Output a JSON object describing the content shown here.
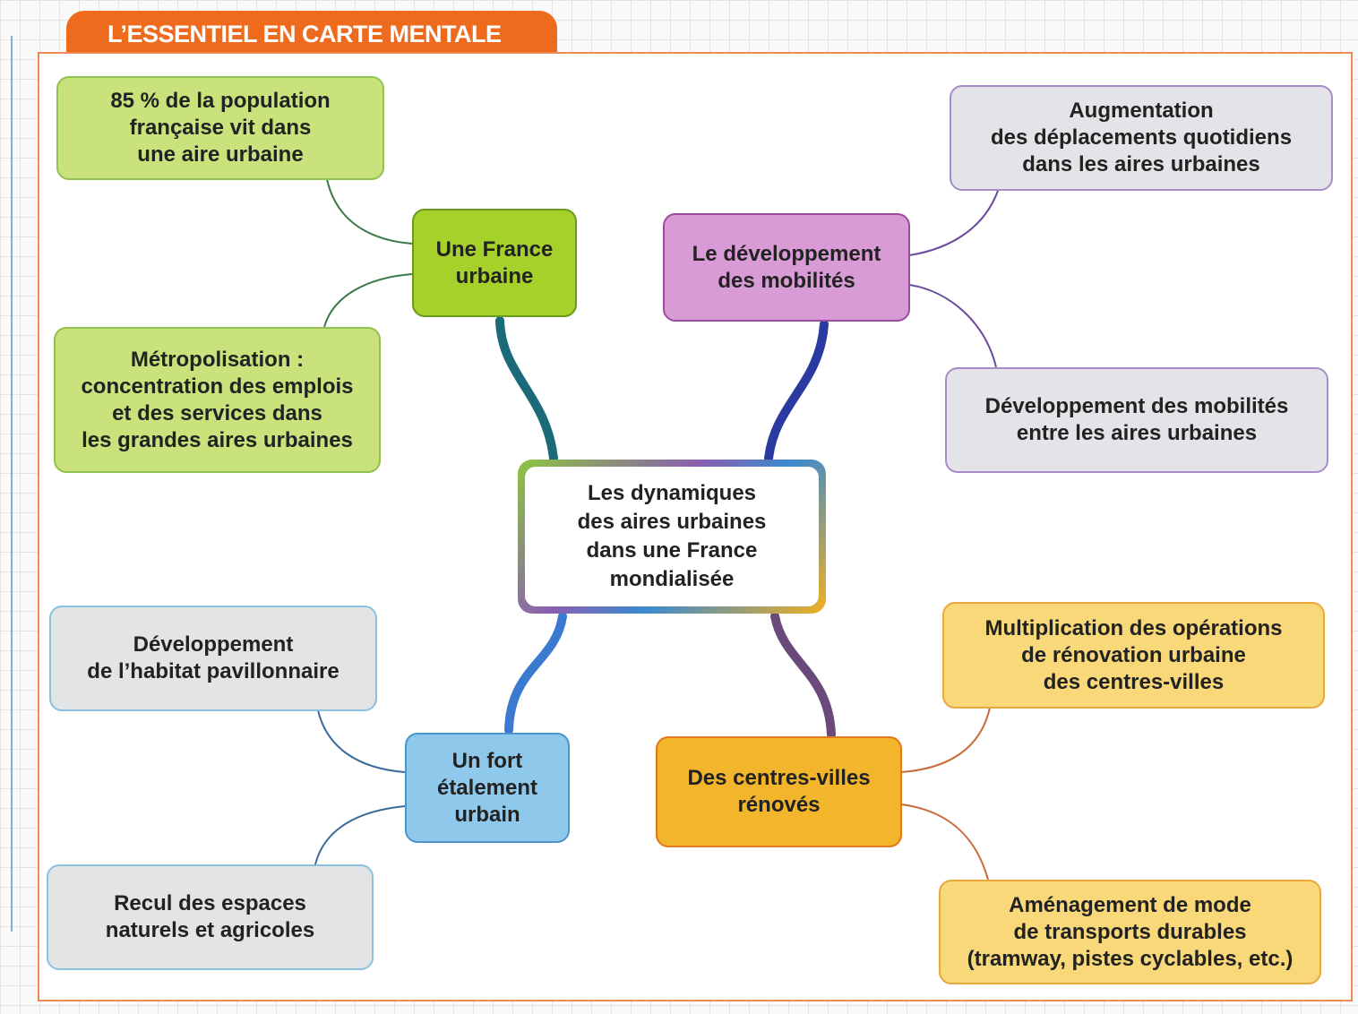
{
  "header": {
    "title": "L’ESSENTIEL EN CARTE MENTALE"
  },
  "center": {
    "label": "Les dynamiques\ndes aires urbaines\ndans une France\nmondialisée"
  },
  "branches": {
    "france_urbaine": {
      "label": "Une France\nurbaine",
      "children": [
        "85 % de la population\nfrançaise vit dans\nune aire urbaine",
        "Métropolisation :\nconcentration des emplois\net des services dans\nles grandes aires urbaines"
      ]
    },
    "mobilites": {
      "label": "Le développement\ndes mobilités",
      "children": [
        "Augmentation\ndes déplacements quotidiens\ndans les aires urbaines",
        "Développement des mobilités\nentre les aires urbaines"
      ]
    },
    "etalement": {
      "label": "Un fort\nétalement\nurbain",
      "children": [
        "Développement\nde l’habitat pavillonnaire",
        "Recul des espaces\nnaturels et agricoles"
      ]
    },
    "centres_villes": {
      "label": "Des centres-villes\nrénovés",
      "children": [
        "Multiplication des opérations\nde rénovation urbaine\ndes centres-villes",
        "Aménagement de mode\nde transports durables\n(tramway, pistes cyclables, etc.)"
      ]
    }
  },
  "colors": {
    "accent": "#ee6a1c",
    "green": "#a6d12a",
    "purple": "#d99bd6",
    "blue": "#8ec9ec",
    "orange": "#f3b52c"
  }
}
